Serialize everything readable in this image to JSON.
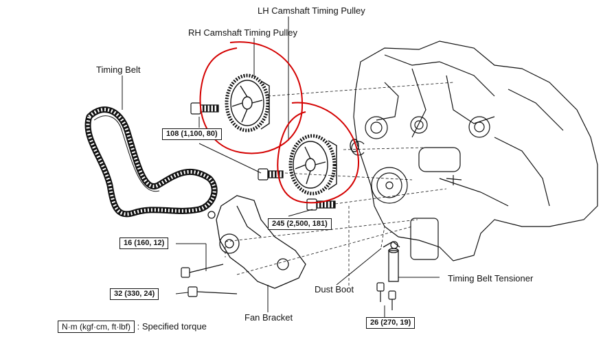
{
  "labels": {
    "lh_pulley": "LH Camshaft Timing Pulley",
    "rh_pulley": "RH Camshaft Timing Pulley",
    "timing_belt": "Timing Belt",
    "dust_boot": "Dust Boot",
    "tensioner": "Timing Belt Tensioner",
    "fan_bracket": "Fan Bracket"
  },
  "torque_specs": {
    "t108": "108 (1,100, 80)",
    "t245": "245 (2,500, 181)",
    "t16": "16 (160, 12)",
    "t32": "32 (330, 24)",
    "t26": "26 (270, 19)"
  },
  "legend": {
    "units": "N·m (kgf·cm, ft·lbf)",
    "text": ": Specified torque"
  },
  "colors": {
    "line": "#111111",
    "markup_circle": "#d40000"
  }
}
